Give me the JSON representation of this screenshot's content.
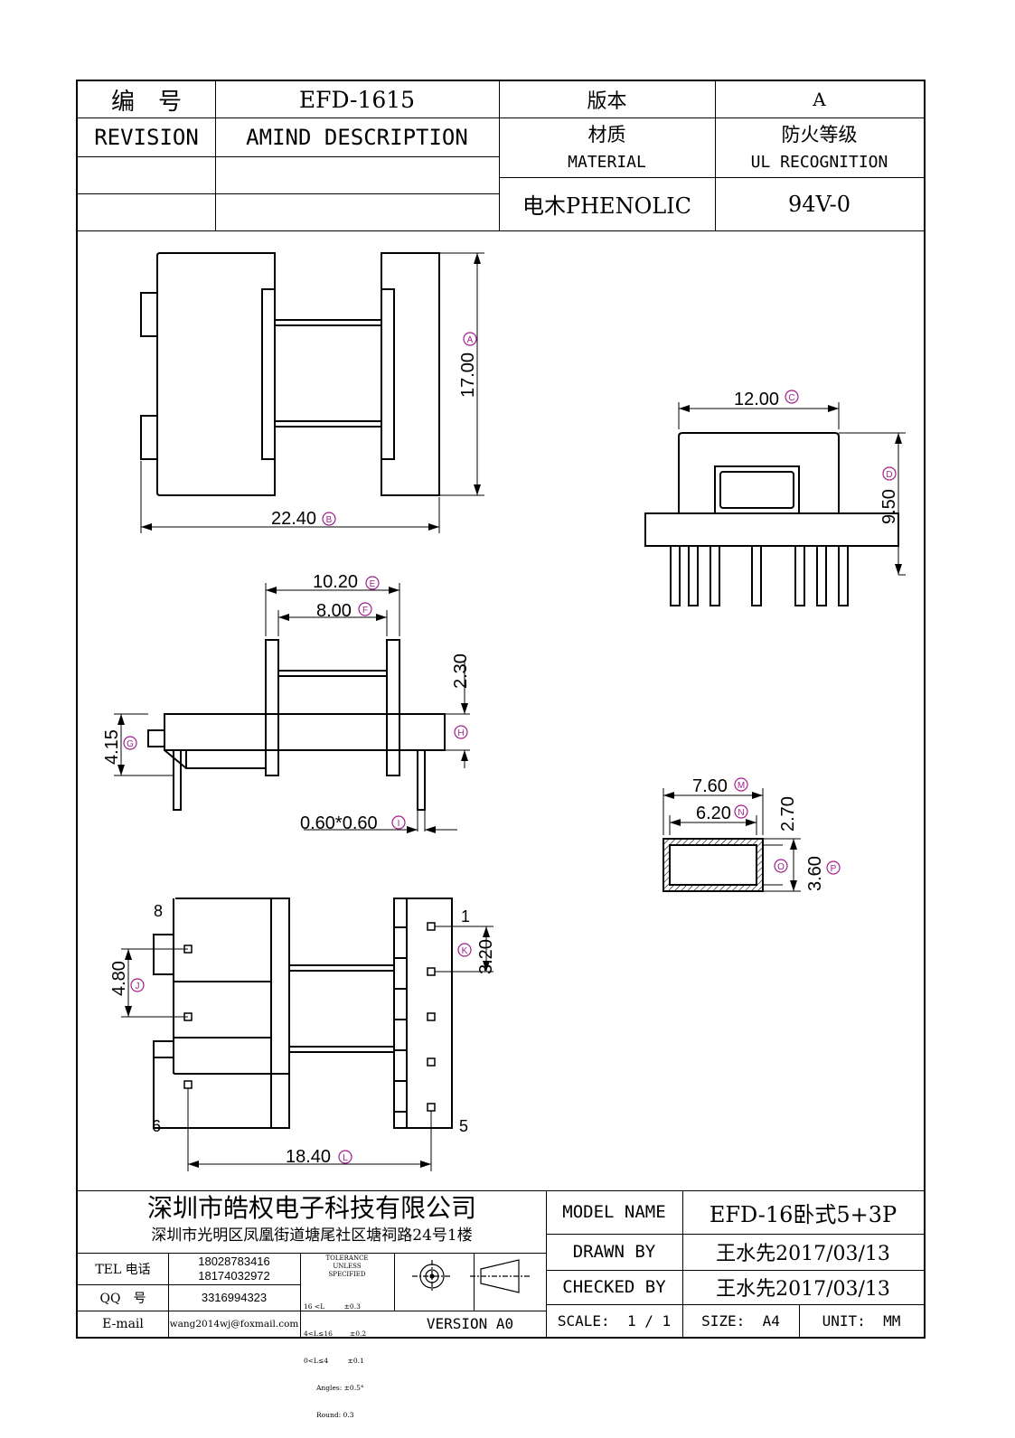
{
  "header": {
    "number_label": "编　号",
    "number_value": "EFD-1615",
    "version_label": "版本",
    "version_value": "A",
    "revision_label": "REVISION",
    "amind_label": "AMIND DESCRIPTION",
    "material_cn": "材质",
    "material_en": "MATERIAL",
    "fire_cn": "防火等级",
    "fire_en": "UL RECOGNITION",
    "material_value": "电木PHENOLIC",
    "fire_value": "94V-0"
  },
  "dimensions": {
    "A": {
      "value": "17.00",
      "marker": "A"
    },
    "B": {
      "value": "22.40",
      "marker": "B"
    },
    "C": {
      "value": "12.00",
      "marker": "C"
    },
    "D": {
      "value": "9.50",
      "marker": "D"
    },
    "E": {
      "value": "10.20",
      "marker": "E"
    },
    "F": {
      "value": "8.00",
      "marker": "F"
    },
    "G": {
      "value": "4.15",
      "marker": "G"
    },
    "H": {
      "value": "2.30",
      "marker": "H"
    },
    "I": {
      "value": "0.60*0.60",
      "marker": "I"
    },
    "J": {
      "value": "4.80",
      "marker": "J"
    },
    "K": {
      "value": "3.20",
      "marker": "K"
    },
    "L": {
      "value": "18.40",
      "marker": "L"
    },
    "M": {
      "value": "7.60",
      "marker": "M"
    },
    "N": {
      "value": "6.20",
      "marker": "N"
    },
    "O": {
      "value": "2.70",
      "marker": "O"
    },
    "P": {
      "value": "3.60",
      "marker": "P"
    }
  },
  "pins": {
    "p1": "1",
    "p5": "5",
    "p6": "6",
    "p8": "8"
  },
  "footer": {
    "company_name": "深圳市皓权电子科技有限公司",
    "company_address": "深圳市光明区凤凰街道塘尾社区塘祠路24号1楼",
    "tel_label": "TEL 电话",
    "tel_value_1": "18028783416",
    "tel_value_2": "18174032972",
    "qq_label": "QQ　号",
    "qq_value": "3316994323",
    "email_label": "E-mail",
    "email_value": "wang2014wj@foxmail.com",
    "tol_title_1": "TOLERANCE",
    "tol_title_2": "UNLESS",
    "tol_title_3": "SPECIFIED",
    "tol_row_1": "16 <L         ±0.3",
    "tol_row_2": "4<L≤16        ±0.2",
    "tol_row_3": "0<L≤4         ±0.1",
    "tol_row_4": "Angles: ±0.5°",
    "tol_row_5": "Round: 0.3",
    "version_text": "VERSION A0",
    "model_label": "MODEL NAME",
    "model_value": "EFD-16卧式5+3P",
    "drawn_label": "DRAWN BY",
    "drawn_value": "王水先2017/03/13",
    "checked_label": "CHECKED BY",
    "checked_value": "王水先2017/03/13",
    "scale_text": "SCALE:  1 / 1",
    "size_text": "SIZE:  A4",
    "unit_text": "UNIT:  MM"
  }
}
